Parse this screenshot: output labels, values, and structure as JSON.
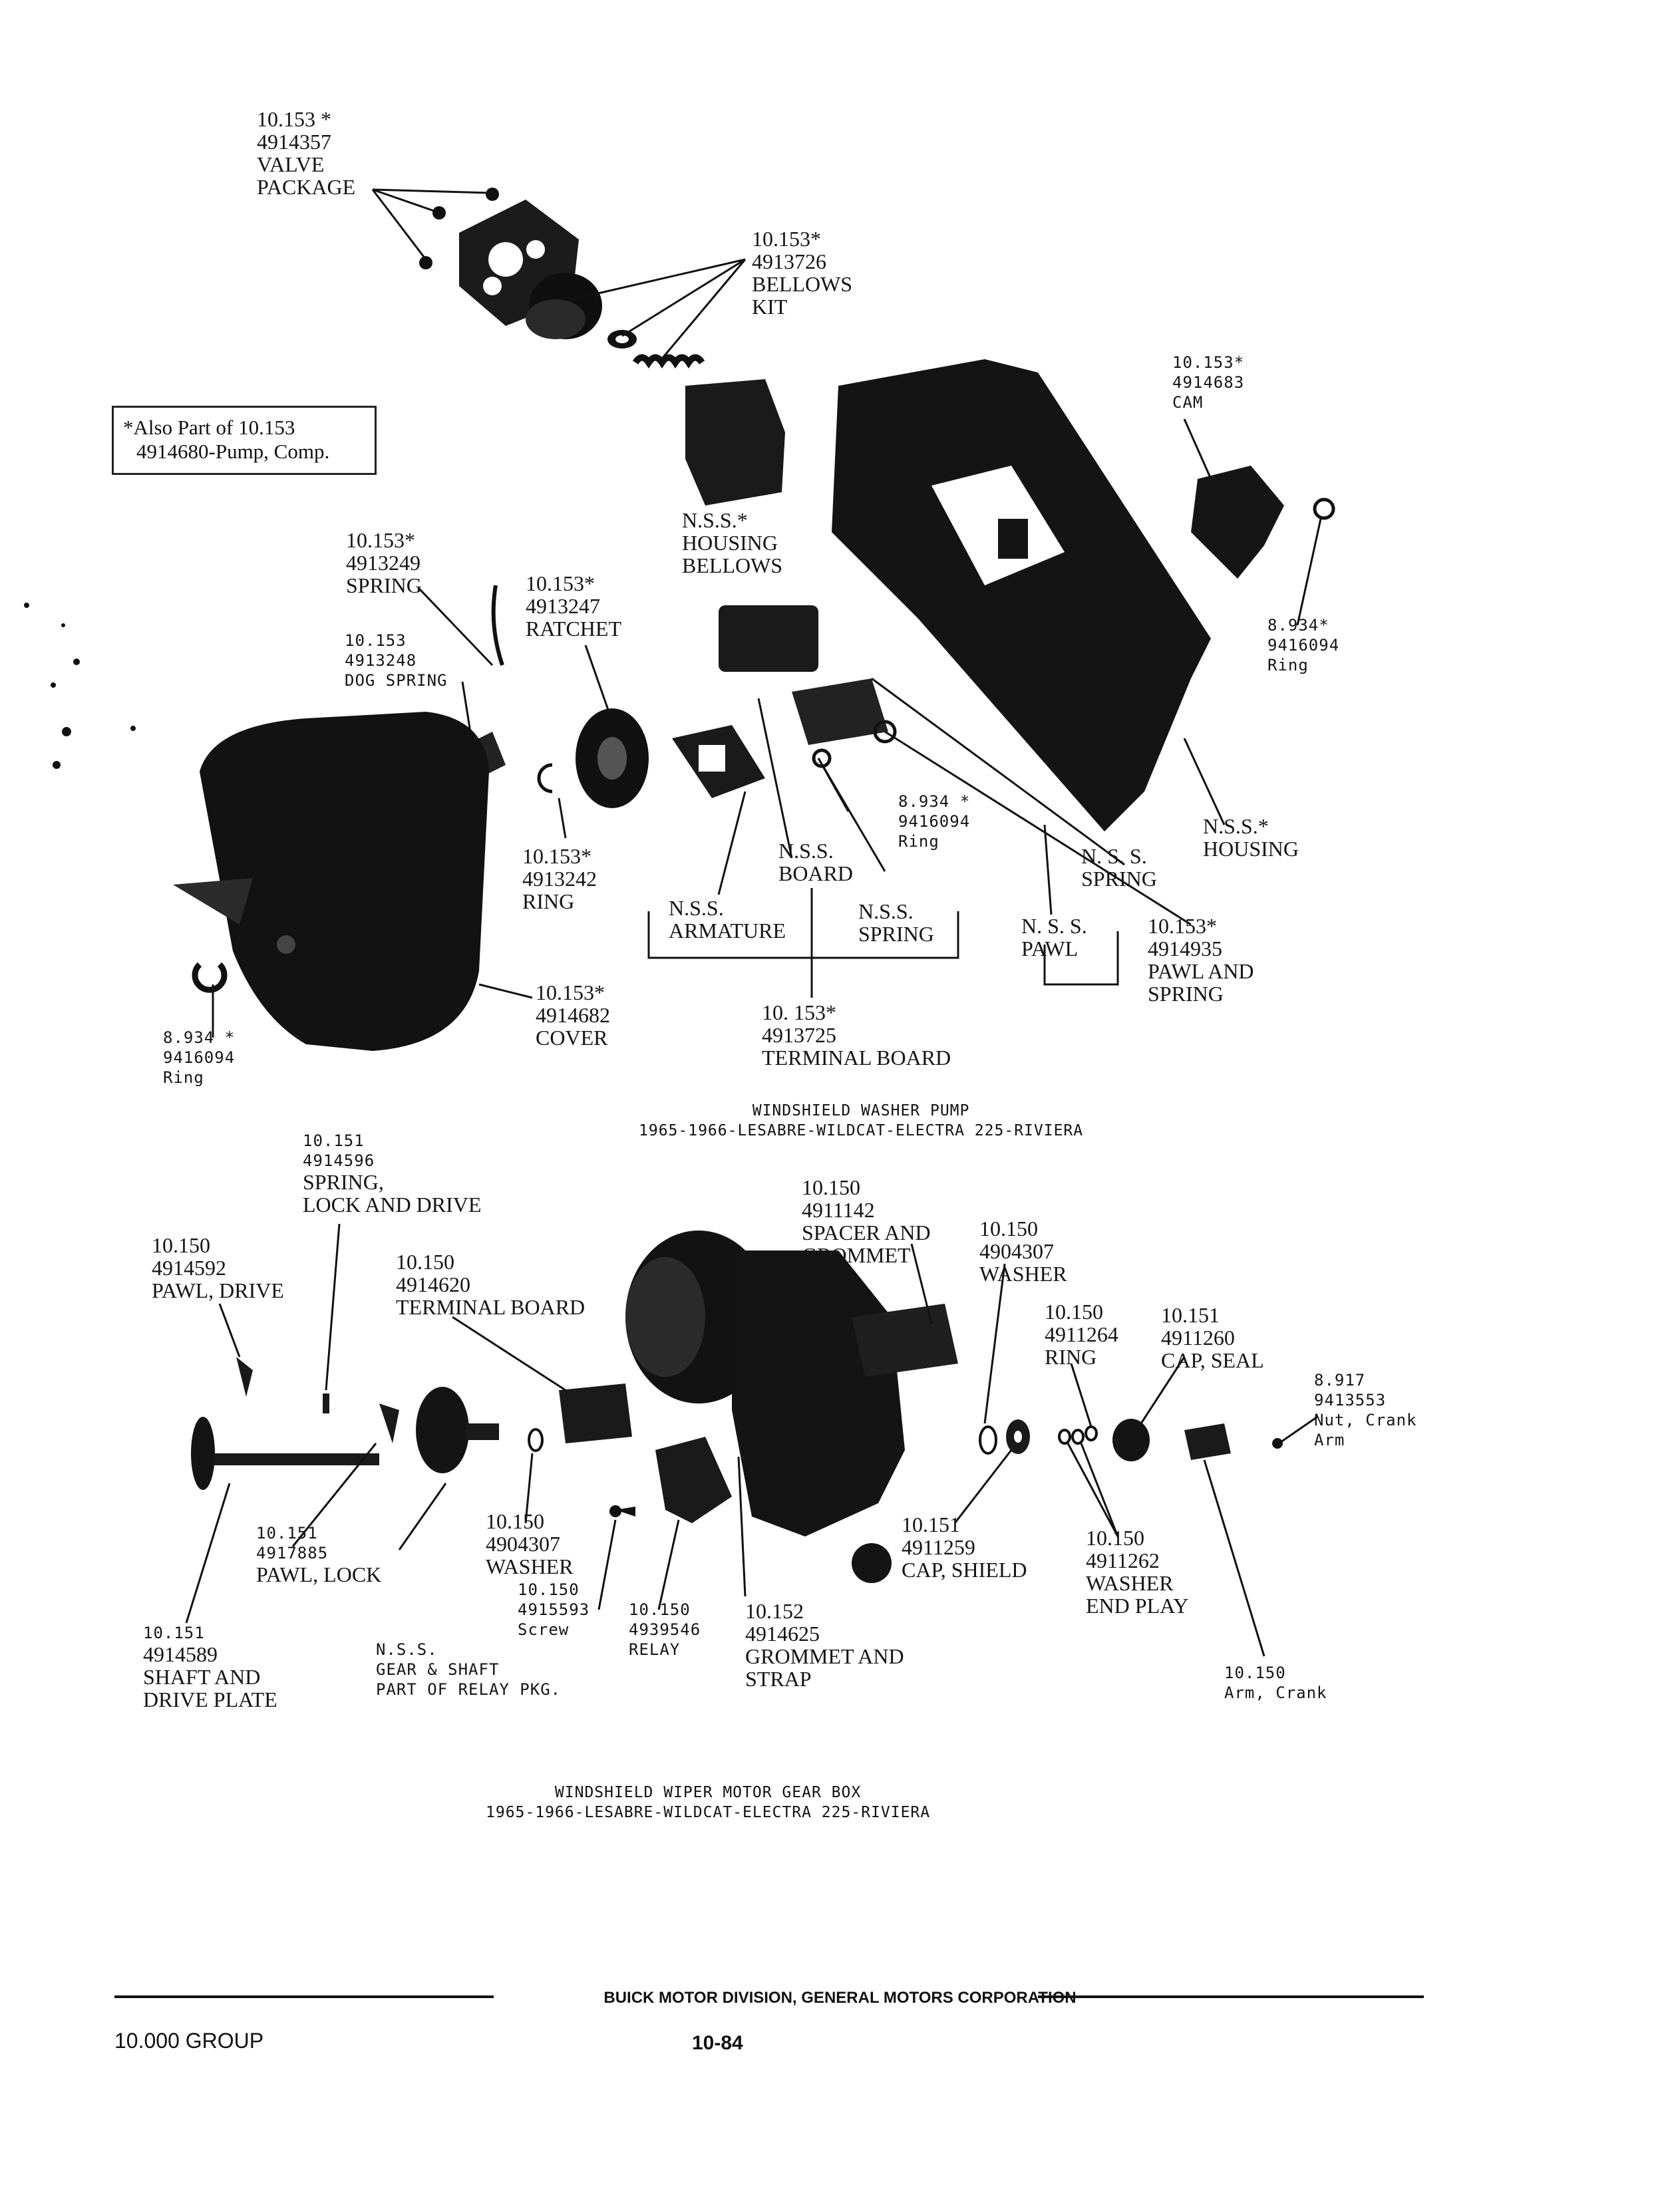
{
  "note": {
    "line1": "*Also Part of 10.153",
    "line2": "4914680-Pump, Comp."
  },
  "pump_caption": {
    "line1": "WINDSHIELD WASHER PUMP",
    "line2": "1965-1966-LESABRE-WILDCAT-ELECTRA 225-RIVIERA"
  },
  "wiper_caption": {
    "line1": "WINDSHIELD WIPER MOTOR GEAR BOX",
    "line2": "1965-1966-LESABRE-WILDCAT-ELECTRA 225-RIVIERA"
  },
  "footer": {
    "company": "BUICK MOTOR DIVISION, GENERAL MOTORS CORPORATION",
    "group": "10.000 GROUP",
    "page": "10-84"
  },
  "pump_labels": {
    "valve": [
      "10.153 *",
      "4914357",
      "VALVE",
      "PACKAGE"
    ],
    "bellows_kit": [
      "10.153*",
      "4913726",
      "BELLOWS",
      "KIT"
    ],
    "cam": [
      "10.153*",
      "4914683",
      "CAM"
    ],
    "spring": [
      "10.153*",
      "4913249",
      "SPRING"
    ],
    "ratchet": [
      "10.153*",
      "4913247",
      "RATCHET"
    ],
    "dog_spring": [
      "10.153",
      "4913248",
      "DOG SPRING"
    ],
    "housing_bellows": [
      "N.S.S.*",
      "HOUSING",
      "BELLOWS"
    ],
    "ring_right": [
      "8.934*",
      "9416094",
      "Ring"
    ],
    "ring_mid": [
      "8.934 *",
      "9416094",
      "Ring"
    ],
    "ring_left": [
      "8.934 *",
      "9416094",
      "Ring"
    ],
    "ring_ratchet": [
      "10.153*",
      "4913242",
      "RING"
    ],
    "board": [
      "N.S.S.",
      "BOARD"
    ],
    "armature": [
      "N.S.S.",
      "ARMATURE"
    ],
    "spring_nss": [
      "N.S.S.",
      "SPRING"
    ],
    "spring_nss_right": [
      "N. S. S.",
      "SPRING"
    ],
    "housing_nss": [
      "N.S.S.*",
      "HOUSING"
    ],
    "pawl_nss": [
      "N. S. S.",
      "PAWL"
    ],
    "pawl_spring": [
      "10.153*",
      "4914935",
      "PAWL AND",
      "SPRING"
    ],
    "cover": [
      "10.153*",
      "4914682",
      "COVER"
    ],
    "terminal_board": [
      "10. 153*",
      "4913725",
      "TERMINAL BOARD"
    ]
  },
  "wiper_labels": {
    "spring_lock": [
      "10.151",
      "4914596",
      "SPRING,",
      "LOCK AND DRIVE"
    ],
    "pawl_drive": [
      "10.150",
      "4914592",
      "PAWL, DRIVE"
    ],
    "terminal_board": [
      "10.150",
      "4914620",
      "TERMINAL BOARD"
    ],
    "spacer": [
      "10.150",
      "4911142",
      "SPACER AND",
      "GROMMET"
    ],
    "washer_top": [
      "10.150",
      "4904307",
      "WASHER"
    ],
    "ring": [
      "10.150",
      "4911264",
      "RING"
    ],
    "cap_seal": [
      "10.151",
      "4911260",
      "CAP, SEAL"
    ],
    "nut": [
      "8.917",
      "9413553",
      "Nut, Crank",
      "Arm"
    ],
    "pawl_lock": [
      "10.151",
      "4917885",
      "PAWL, LOCK"
    ],
    "washer_mid": [
      "10.150",
      "4904307",
      "WASHER"
    ],
    "screw": [
      "10.150",
      "4915593",
      "Screw"
    ],
    "relay": [
      "10.150",
      "4939546",
      "RELAY"
    ],
    "grommet": [
      "10.152",
      "4914625",
      "GROMMET AND",
      "STRAP"
    ],
    "cap_shield": [
      "10.151",
      "4911259",
      "CAP, SHIELD"
    ],
    "washer_end": [
      "10.150",
      "4911262",
      "WASHER",
      "END PLAY"
    ],
    "shaft": [
      "10.151",
      "4914589",
      "SHAFT AND",
      "DRIVE PLATE"
    ],
    "gear_shaft": [
      "N.S.S.",
      "GEAR & SHAFT",
      "PART OF RELAY PKG."
    ],
    "crank_arm": [
      "10.150",
      "Arm, Crank"
    ]
  }
}
